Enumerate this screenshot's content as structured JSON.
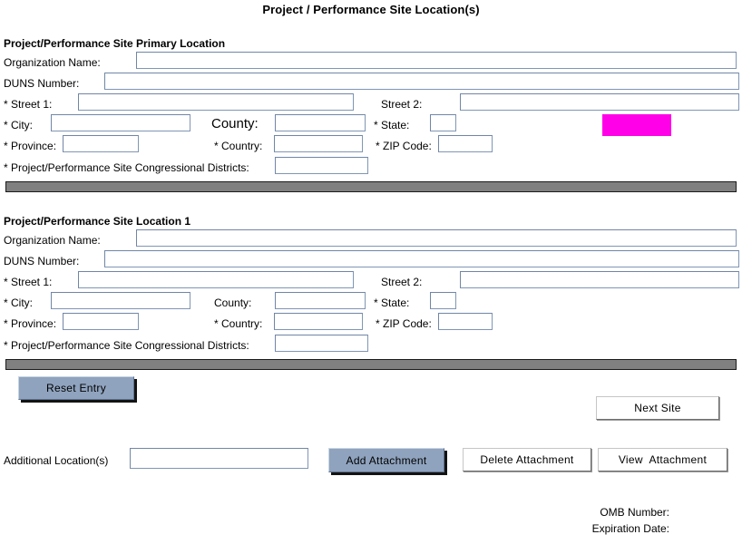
{
  "page": {
    "title": "Project / Performance Site Location(s)"
  },
  "sections": [
    {
      "header": "Project/Performance Site Primary Location",
      "fields": {
        "organization_name_label": "Organization Name:",
        "organization_name_value": "",
        "duns_number_label": "DUNS Number:",
        "duns_number_value": "",
        "street1_label": "* Street 1:",
        "street1_value": "",
        "street2_label": "Street 2:",
        "street2_value": "",
        "city_label": "* City:",
        "city_value": "",
        "county_label": "County:",
        "county_value": "",
        "state_label": "* State:",
        "state_value": "",
        "province_label": "* Province:",
        "province_value": "",
        "country_label": "* Country:",
        "country_value": "",
        "zip_label": "* ZIP Code:",
        "zip_value": "",
        "congressional_label": "* Project/Performance Site Congressional Districts:",
        "congressional_value": ""
      },
      "highlight_color": "#ff00e8"
    },
    {
      "header": "Project/Performance Site Location 1",
      "fields": {
        "organization_name_label": "Organization Name:",
        "organization_name_value": "",
        "duns_number_label": "DUNS Number:",
        "duns_number_value": "",
        "street1_label": "* Street 1:",
        "street1_value": "",
        "street2_label": "Street 2:",
        "street2_value": "",
        "city_label": "* City:",
        "city_value": "",
        "county_label": "County:",
        "county_value": "",
        "state_label": "* State:",
        "state_value": "",
        "province_label": "* Province:",
        "province_value": "",
        "country_label": "* Country:",
        "country_value": "",
        "zip_label": "* ZIP Code:",
        "zip_value": "",
        "congressional_label": "* Project/Performance Site Congressional Districts:",
        "congressional_value": ""
      }
    }
  ],
  "actions": {
    "reset_entry": "Reset Entry",
    "next_site": "Next Site",
    "additional_locations_label": "Additional Location(s)",
    "additional_locations_value": "",
    "add_attachment": "Add Attachment",
    "delete_attachment": "Delete Attachment",
    "view_attachment": "View  Attachment"
  },
  "footer": {
    "omb_number": "OMB Number:",
    "expiration_date": "Expiration Date:"
  }
}
